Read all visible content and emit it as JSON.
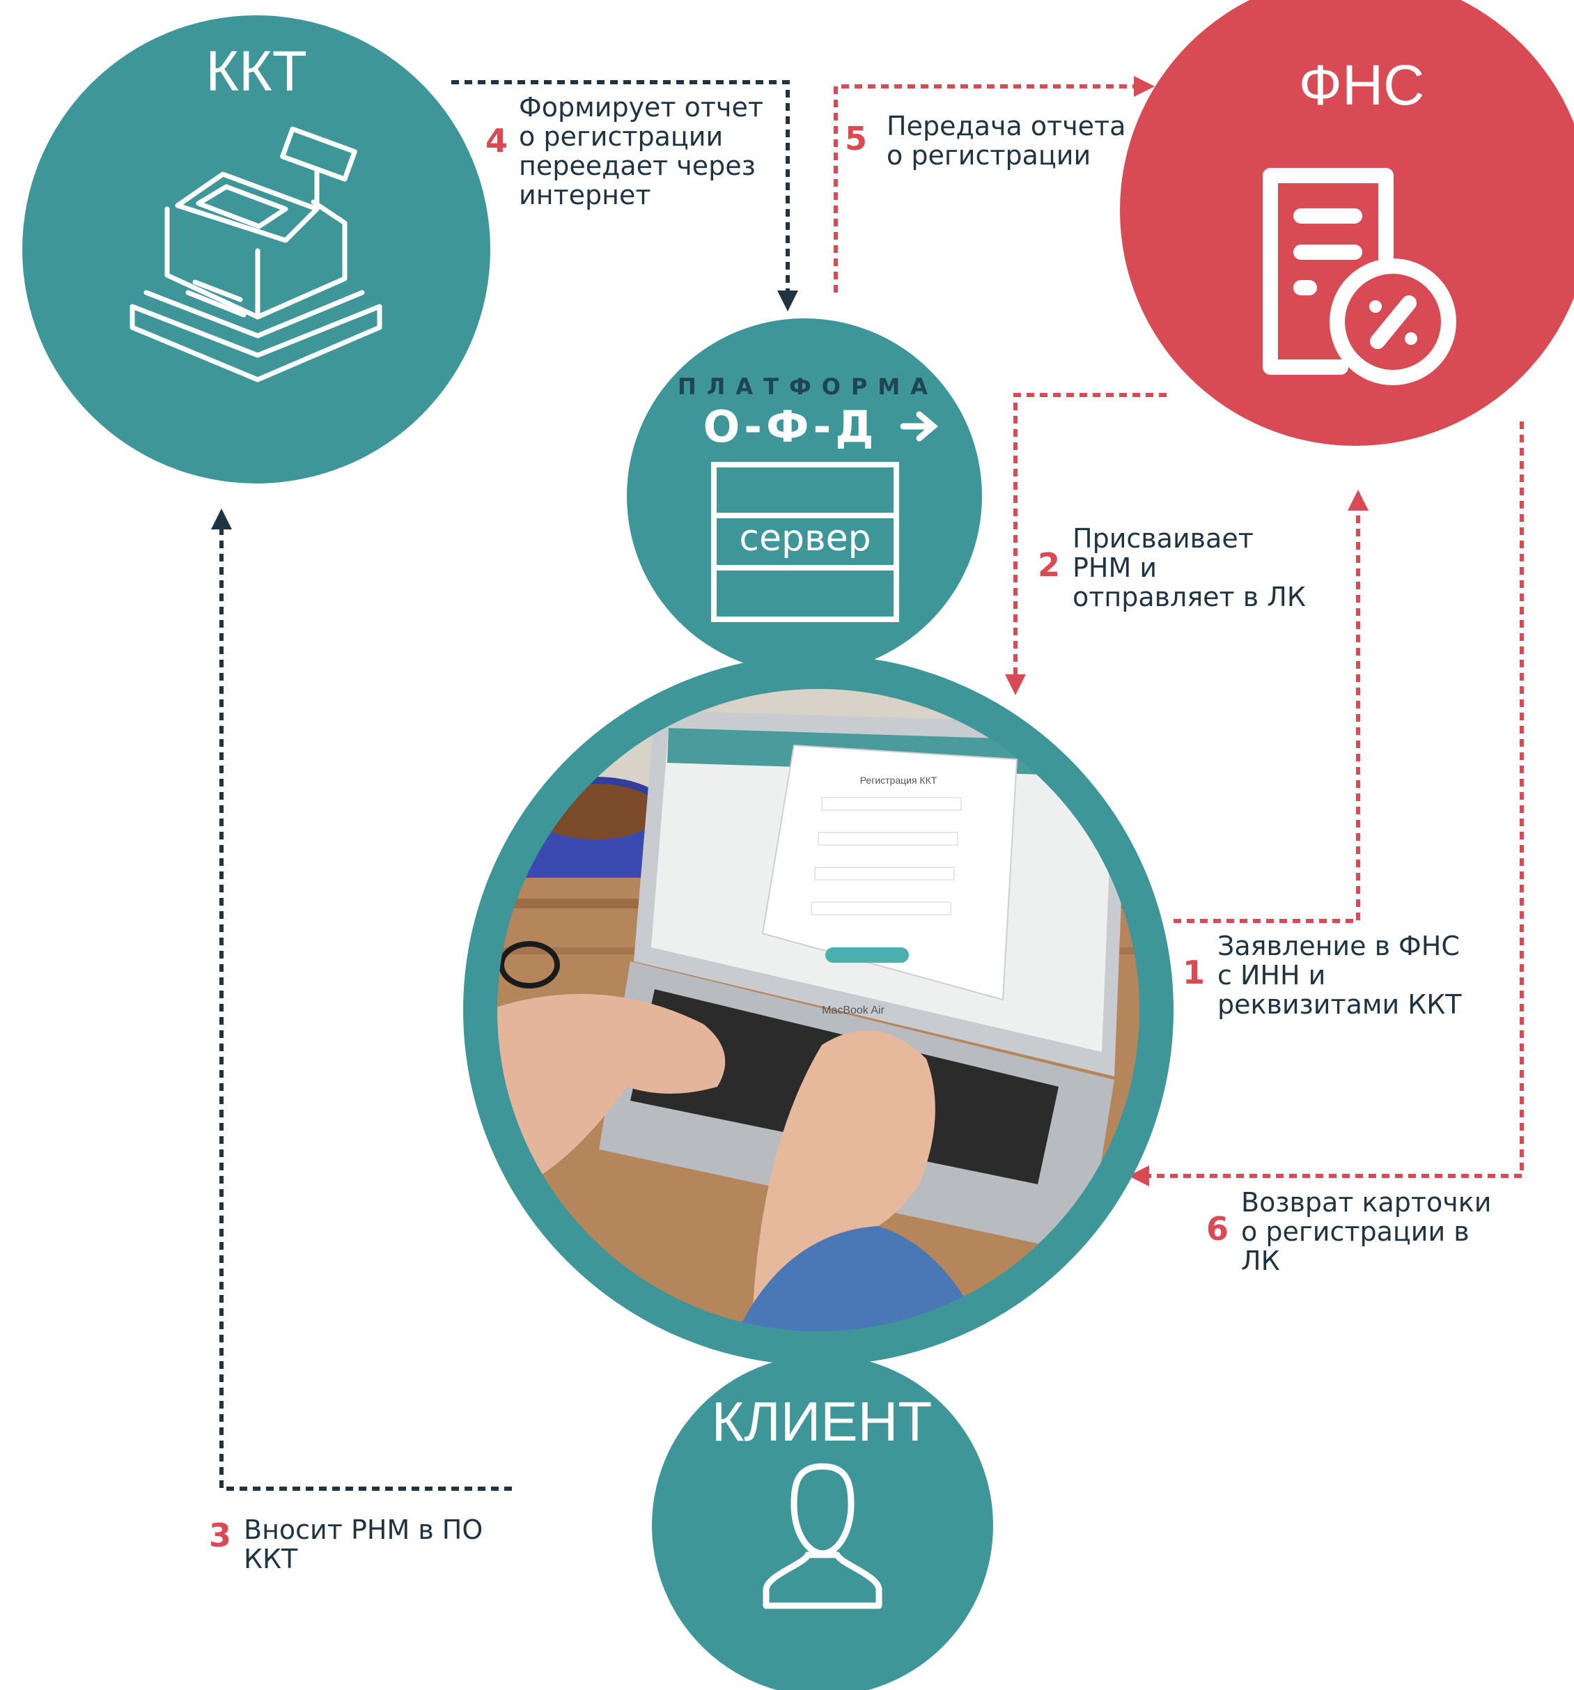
{
  "kkt": {
    "title": "ККТ"
  },
  "fns": {
    "title": "ФНС"
  },
  "platform": {
    "brand_top": "ПЛАТФОРМА",
    "brand_logo": "О-Ф-Д",
    "server_label": "сервер"
  },
  "client": {
    "title": "КЛИЕНТ"
  },
  "laptop_screen": {
    "modal_title": "Регистрация ККТ",
    "laptop_brand": "MacBook Air"
  },
  "steps": [
    {
      "number": "1",
      "lines": [
        "Заявление в ФНС",
        "с ИНН и",
        "реквизитами ККТ"
      ]
    },
    {
      "number": "2",
      "lines": [
        "Присваивает",
        "РНМ и",
        "отправляет в ЛК"
      ]
    },
    {
      "number": "3",
      "lines": [
        "Вносит РНМ в ПО",
        "ККТ"
      ]
    },
    {
      "number": "4",
      "lines": [
        "Формирует отчет",
        "о регистрации",
        "переедает через",
        "интернет"
      ]
    },
    {
      "number": "5",
      "lines": [
        "Передача отчета",
        "о регистрации"
      ]
    },
    {
      "number": "6",
      "lines": [
        "Возврат карточки",
        "о регистрации в",
        "ЛК"
      ]
    }
  ],
  "colors": {
    "teal": "#3f9698",
    "red": "#d84b54",
    "navy": "#1f3340",
    "dark_teal": "#1e4650"
  }
}
